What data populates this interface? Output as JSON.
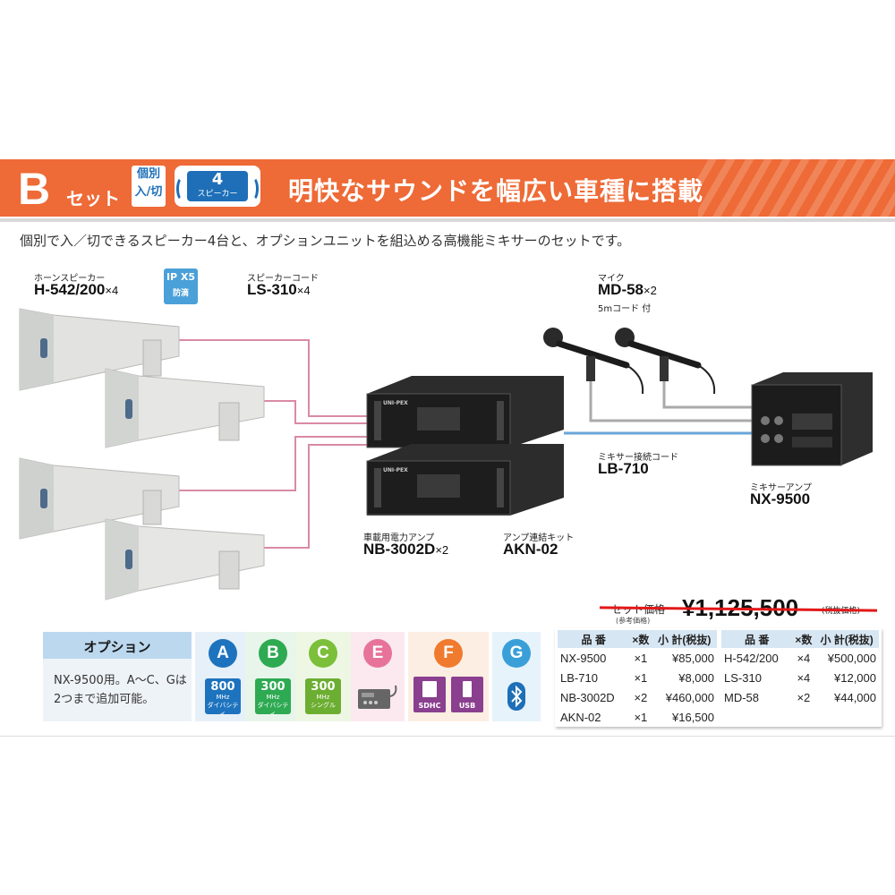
{
  "header": {
    "letter": "B",
    "set_label": "セット",
    "switch_badge": [
      "個別",
      "入/切"
    ],
    "speaker_badge_num": "4",
    "speaker_badge_text": "スピーカー",
    "headline": "明快なサウンドを幅広い車種に搭載"
  },
  "description": "個別で入／切できるスピーカー4台と、オプションユニットを組込める高機能ミキサーのセットです。",
  "products": {
    "horn": {
      "sub": "ホーンスピーカー",
      "model": "H-542/200",
      "qty": "×4",
      "badge_top": "IP X5",
      "badge_bottom": "防滴"
    },
    "cord": {
      "sub": "スピーカーコード",
      "model": "LS-310",
      "qty": "×4"
    },
    "mic": {
      "sub": "マイク",
      "model": "MD-58",
      "qty": "×2",
      "note": "5mコード 付"
    },
    "mixer_cord": {
      "sub": "ミキサー接続コード",
      "model": "LB-710"
    },
    "mixer_amp": {
      "sub": "ミキサーアンプ",
      "model": "NX-9500"
    },
    "power_amp": {
      "sub": "車載用電力アンプ",
      "model": "NB-3002D",
      "qty": "×2"
    },
    "kit": {
      "sub": "アンプ連結キット",
      "model": "AKN-02"
    },
    "amp_brand": "UNI-PEX"
  },
  "options": {
    "title": "オプション",
    "desc": "NX-9500用。A〜C、Gは2つまで追加可能。",
    "items": [
      {
        "letter": "A",
        "color": "#1e73be",
        "bg": "#e6f0f9",
        "chip_num": "800",
        "chip_unit": "MHz",
        "chip_mode": "ダイバシティ"
      },
      {
        "letter": "B",
        "color": "#2eaa52",
        "bg": "#e8f5ea",
        "chip_num": "300",
        "chip_unit": "MHz",
        "chip_mode": "ダイバシティ"
      },
      {
        "letter": "C",
        "color": "#7cbf3a",
        "bg": "#eef7e4",
        "chip_num": "300",
        "chip_unit": "MHz",
        "chip_mode": "シングル"
      },
      {
        "letter": "E",
        "color": "#e7739a",
        "bg": "#fbe9ef"
      },
      {
        "letter": "F",
        "color": "#f07a2e",
        "bg": "#fdeee3",
        "chip1": "SDHC",
        "chip2": "USB"
      },
      {
        "letter": "G",
        "color": "#3a9fd8",
        "bg": "#e6f3fb"
      }
    ]
  },
  "price": {
    "label": "セット価格",
    "sub": "(参考価格)",
    "value": "¥1,125,500",
    "note": "(税抜価格)"
  },
  "table": {
    "headers": [
      "品 番",
      "×数",
      "小 計(税抜)"
    ],
    "left": [
      [
        "NX-9500",
        "×1",
        "¥85,000"
      ],
      [
        "LB-710",
        "×1",
        "¥8,000"
      ],
      [
        "NB-3002D",
        "×2",
        "¥460,000"
      ],
      [
        "AKN-02",
        "×1",
        "¥16,500"
      ]
    ],
    "right": [
      [
        "H-542/200",
        "×4",
        "¥500,000"
      ],
      [
        "LS-310",
        "×4",
        "¥12,000"
      ],
      [
        "MD-58",
        "×2",
        "¥44,000"
      ]
    ]
  }
}
